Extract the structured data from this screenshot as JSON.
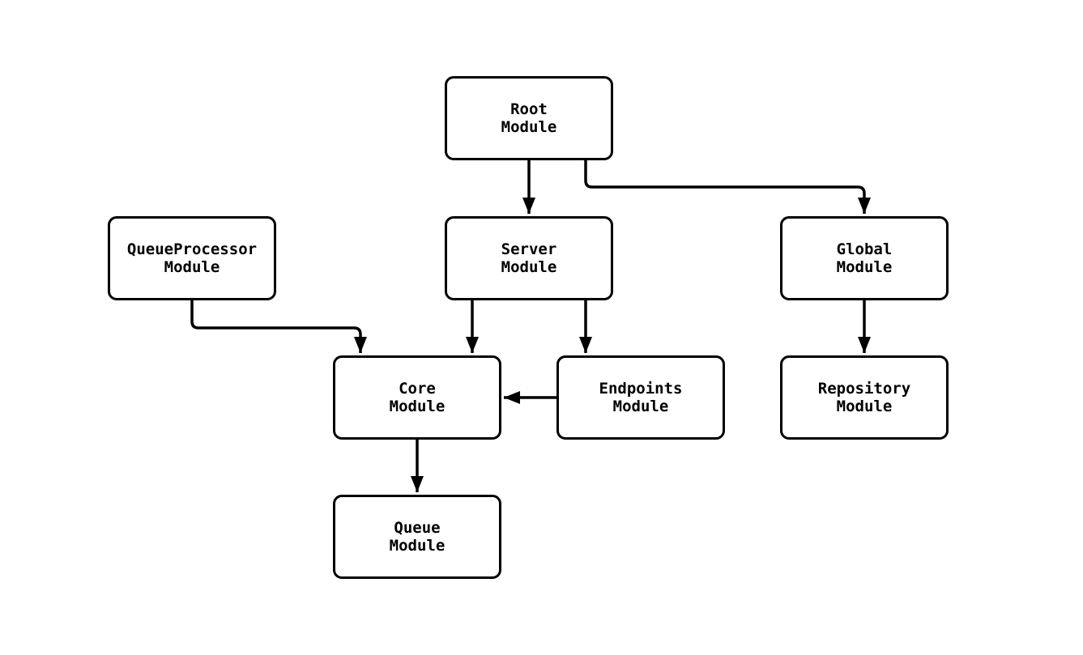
{
  "diagram": {
    "type": "module-dependency-graph",
    "colors": {
      "background": "#ffffff",
      "node_fill": "#ffffff",
      "node_border": "#000000",
      "edge_stroke": "#000000",
      "text": "#000000"
    },
    "nodes": [
      {
        "id": "root",
        "line1": "Root",
        "line2": "Module"
      },
      {
        "id": "queueprocessor",
        "line1": "QueueProcessor",
        "line2": "Module"
      },
      {
        "id": "server",
        "line1": "Server",
        "line2": "Module"
      },
      {
        "id": "global",
        "line1": "Global",
        "line2": "Module"
      },
      {
        "id": "core",
        "line1": "Core",
        "line2": "Module"
      },
      {
        "id": "endpoints",
        "line1": "Endpoints",
        "line2": "Module"
      },
      {
        "id": "repository",
        "line1": "Repository",
        "line2": "Module"
      },
      {
        "id": "queue",
        "line1": "Queue",
        "line2": "Module"
      }
    ],
    "edges": [
      {
        "from": "Root Module",
        "to": "Server Module"
      },
      {
        "from": "Root Module",
        "to": "Global Module"
      },
      {
        "from": "QueueProcessor Module",
        "to": "Core Module"
      },
      {
        "from": "Server Module",
        "to": "Core Module"
      },
      {
        "from": "Server Module",
        "to": "Endpoints Module"
      },
      {
        "from": "Endpoints Module",
        "to": "Core Module"
      },
      {
        "from": "Global Module",
        "to": "Repository Module"
      },
      {
        "from": "Core Module",
        "to": "Queue Module"
      }
    ]
  }
}
